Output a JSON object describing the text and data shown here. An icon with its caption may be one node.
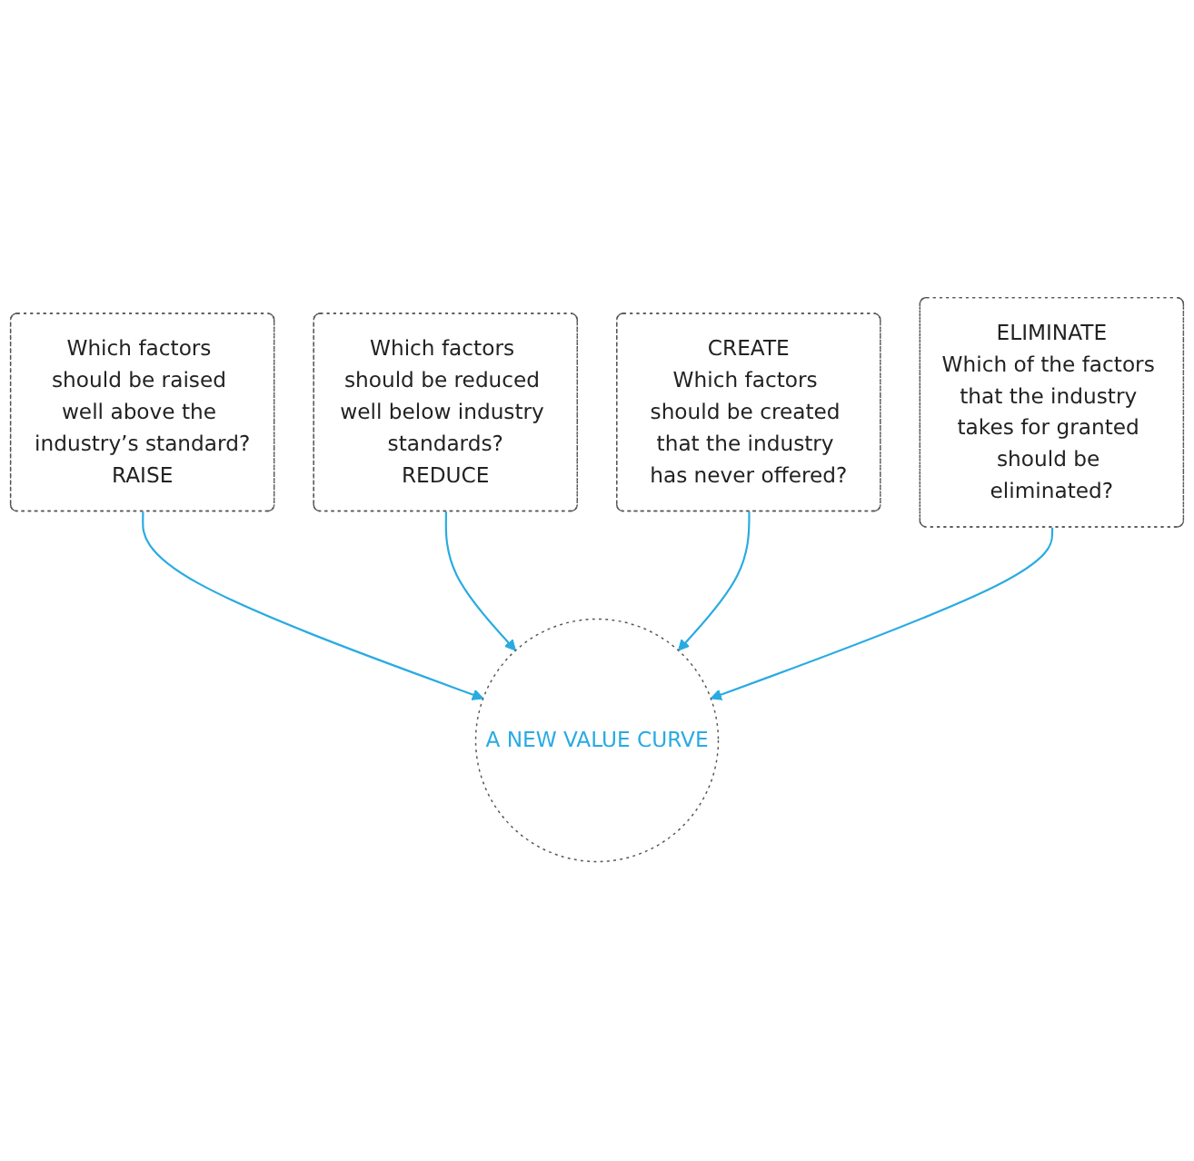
{
  "diagram": {
    "nodes": [
      {
        "text": [
          "Which factors should be raised well above the industry’s standard?",
          "RAISE"
        ]
      },
      {
        "text": [
          "Which factors should be reduced well below industry standards?",
          "REDUCE"
        ]
      },
      {
        "text": [
          "A NEW VALUE CURVE"
        ]
      },
      {
        "text": [
          "CREATE",
          "Which factors should be created that the industry has never offered?"
        ]
      },
      {
        "text": [
          "ELIMINATE",
          "Which of the factors that the industry takes for granted should be eliminated?"
        ]
      }
    ],
    "edges": [
      {
        "from": 0,
        "to": 2,
        "arrow": "to"
      },
      {
        "from": 1,
        "to": 2,
        "arrow": "to"
      },
      {
        "from": 3,
        "to": 2,
        "arrow": "to"
      },
      {
        "from": 4,
        "to": 2,
        "arrow": "to"
      }
    ]
  }
}
